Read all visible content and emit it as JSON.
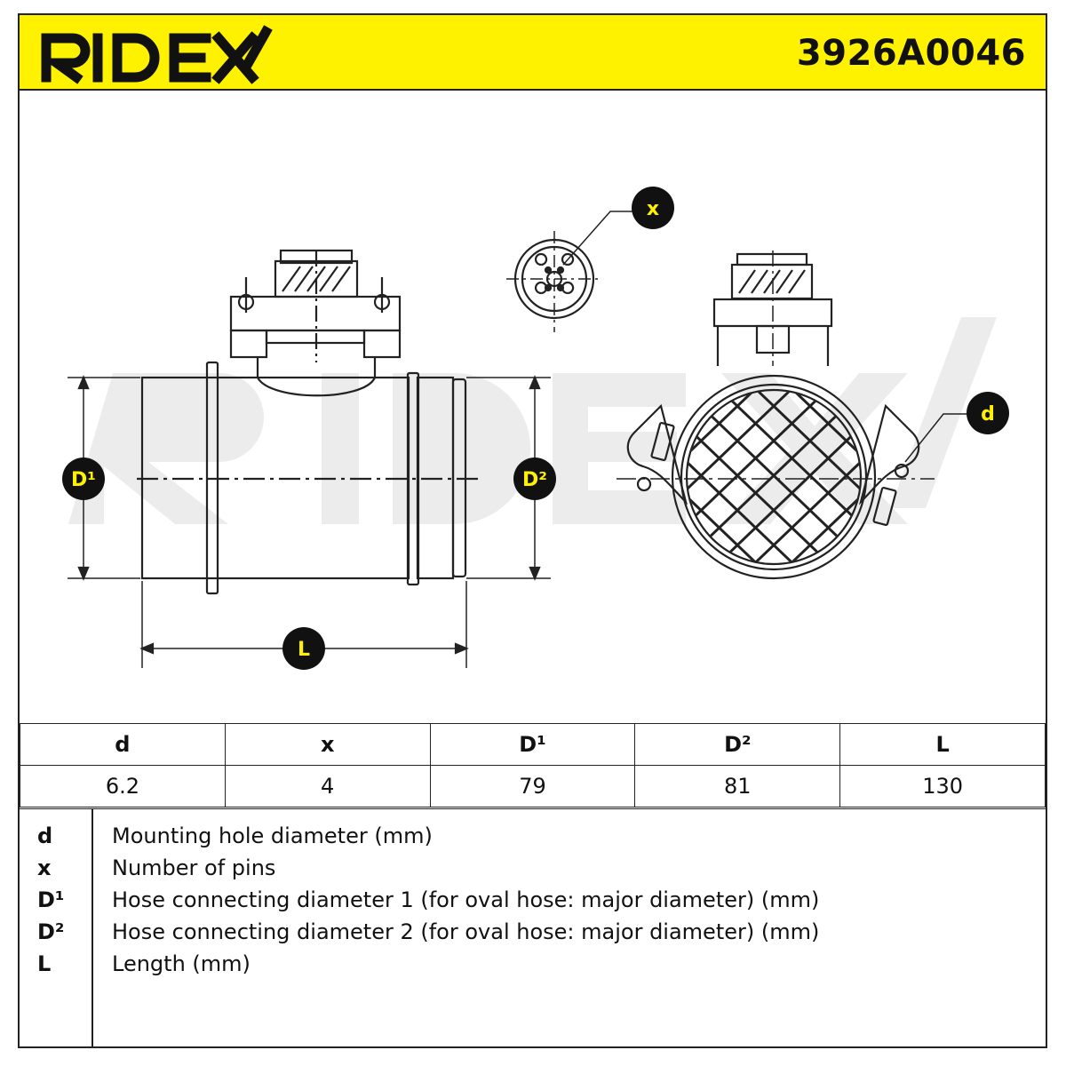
{
  "header": {
    "brand": "RIDEX",
    "part_number": "3926A0046",
    "background_color": "#fff200"
  },
  "callouts": {
    "x": "x",
    "d": "d",
    "D1": "D¹",
    "D2": "D²",
    "L": "L"
  },
  "watermark": "RIDEX",
  "table": {
    "headers": [
      "d",
      "x",
      "D¹",
      "D²",
      "L"
    ],
    "values": [
      "6.2",
      "4",
      "79",
      "81",
      "130"
    ]
  },
  "legend": [
    {
      "key": "d",
      "desc": "Mounting hole diameter (mm)"
    },
    {
      "key": "x",
      "desc": "Number of pins"
    },
    {
      "key": "D¹",
      "desc": "Hose connecting diameter 1 (for oval hose: major diameter) (mm)"
    },
    {
      "key": "D²",
      "desc": "Hose connecting diameter 2 (for oval hose: major diameter) (mm)"
    },
    {
      "key": "L",
      "desc": "Length (mm)"
    }
  ]
}
